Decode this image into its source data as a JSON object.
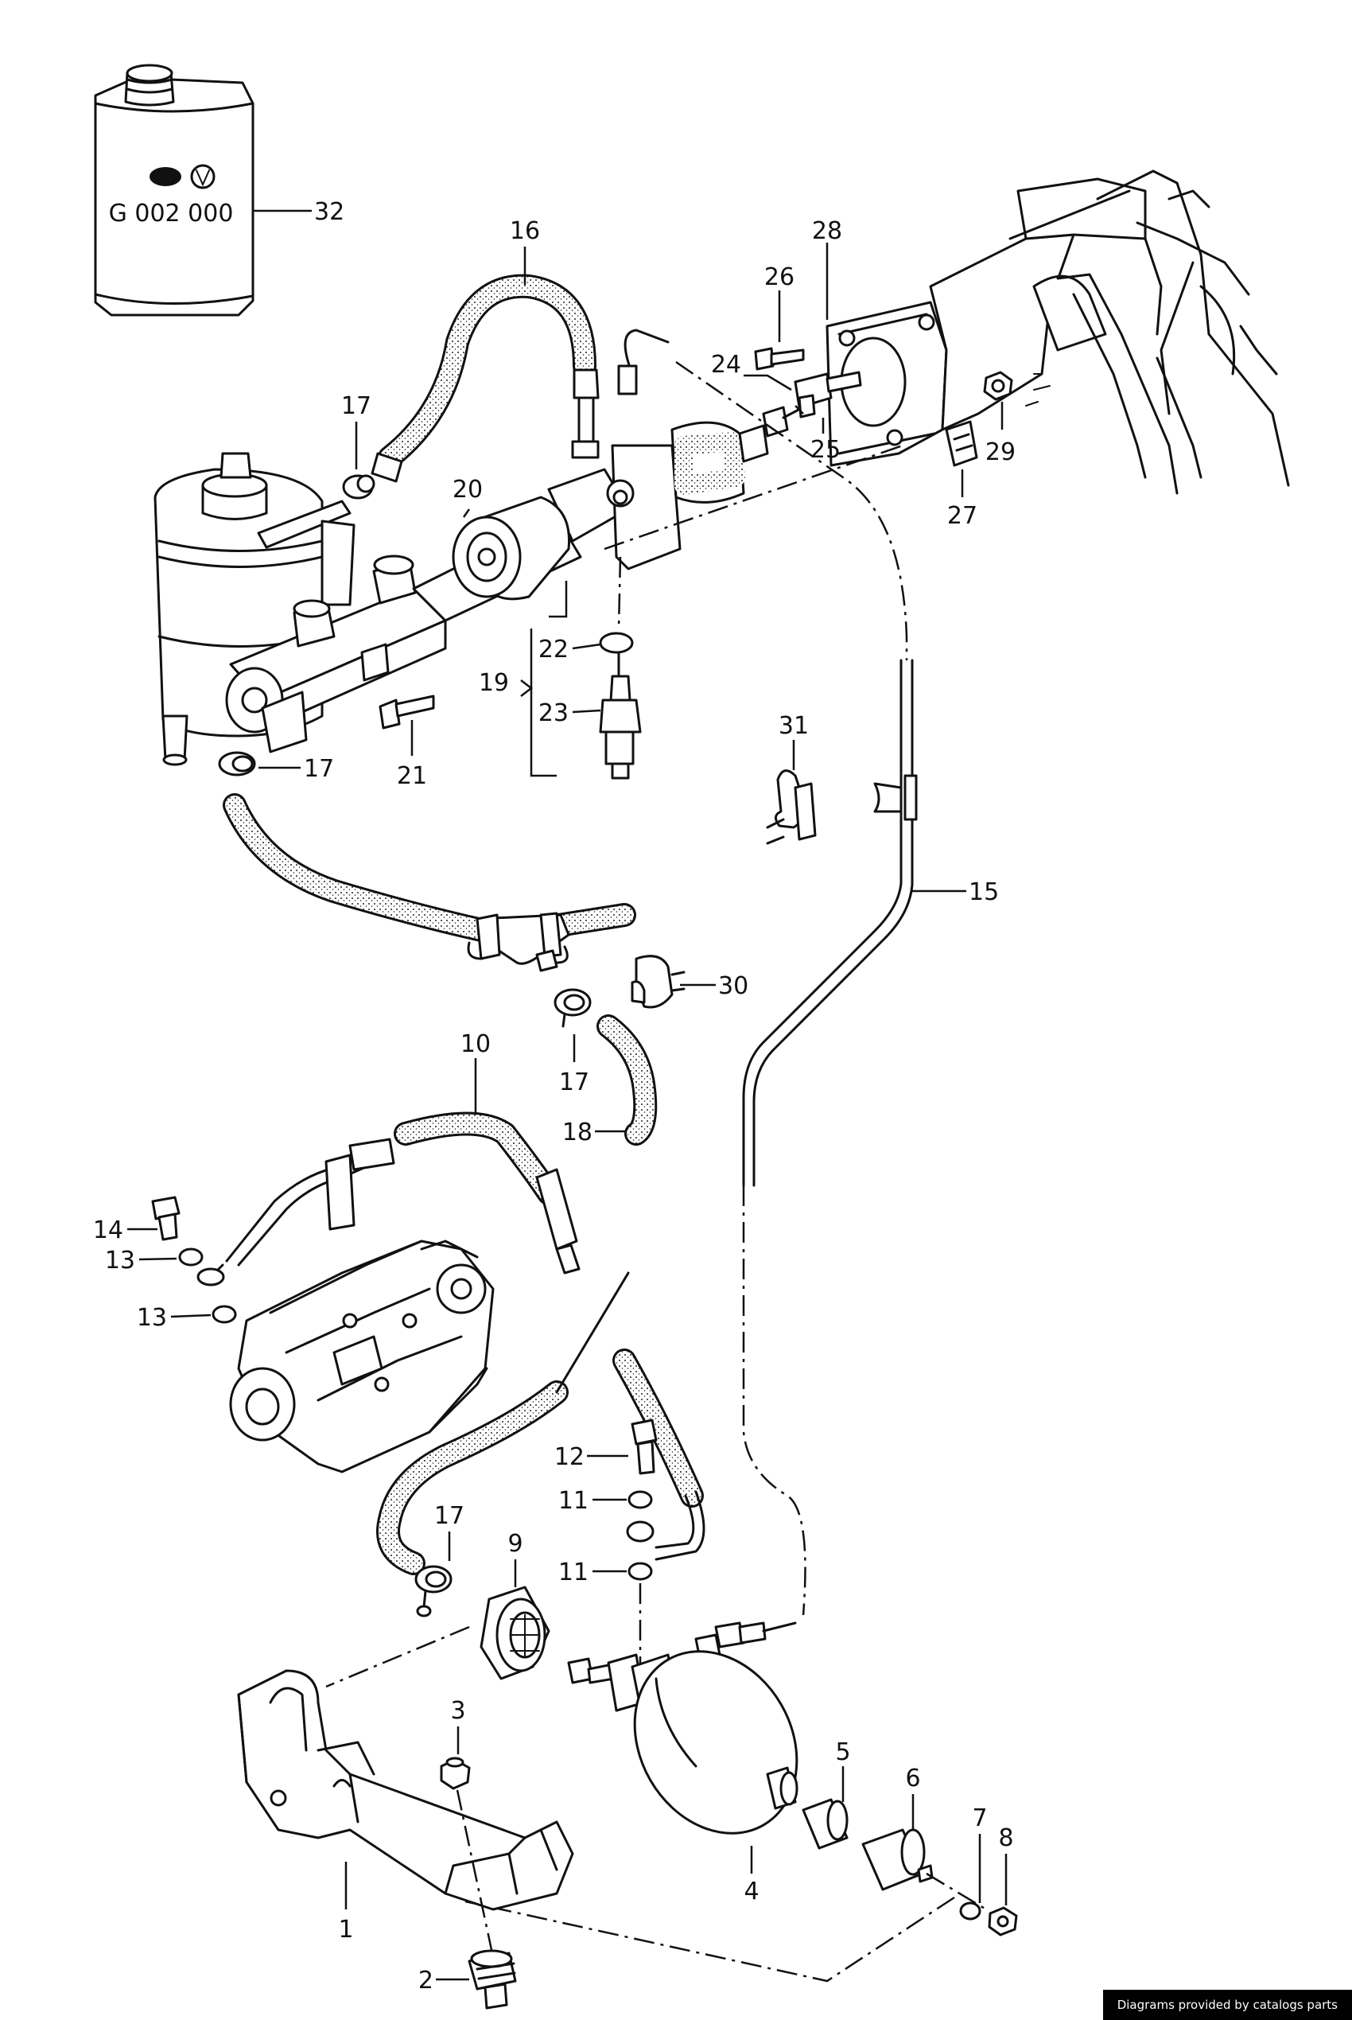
{
  "can": {
    "label": "G 002 000"
  },
  "credit": "Diagrams provided by catalogs parts",
  "callouts": {
    "c32": "32",
    "c16": "16",
    "c28": "28",
    "c26": "26",
    "c24": "24",
    "c25": "25",
    "c29": "29",
    "c27": "27",
    "c17a": "17",
    "c20": "20",
    "c22": "22",
    "c19": "19",
    "c23": "23",
    "c21": "21",
    "c17b": "17",
    "c31": "31",
    "c15": "15",
    "c30": "30",
    "c17c": "17",
    "c10": "10",
    "c18": "18",
    "c14": "14",
    "c13a": "13",
    "c13b": "13",
    "c12": "12",
    "c11a": "11",
    "c11b": "11",
    "c17d": "17",
    "c9": "9",
    "c3": "3",
    "c5": "5",
    "c6": "6",
    "c7": "7",
    "c8": "8",
    "c4": "4",
    "c1": "1",
    "c2": "2"
  }
}
